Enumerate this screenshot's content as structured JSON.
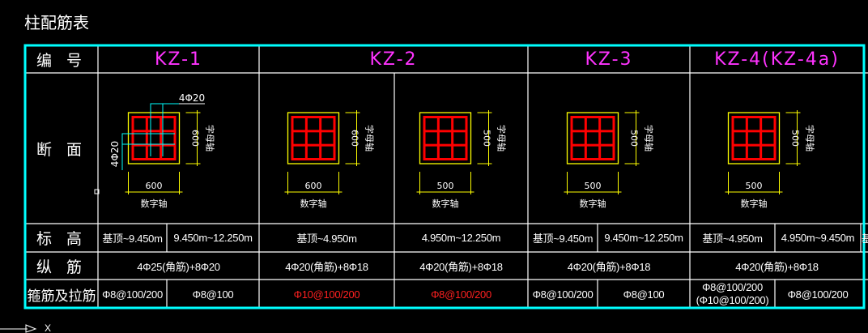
{
  "title": "柱配筋表",
  "colors": {
    "border": "#00ffff",
    "header": "#ff33ff",
    "rebar": "#ff0000",
    "dim": "#ffff00",
    "grid": "#ffffff",
    "highlight": "#ff2020"
  },
  "row_labels": {
    "id": "编 号",
    "section": "断 面",
    "elevation": "标 高",
    "longitudinal": "纵 筋",
    "stirrup": "箍筋及拉筋"
  },
  "columns": [
    "KZ-1",
    "KZ-2",
    "KZ-3",
    "KZ-4(KZ-4a)"
  ],
  "sections": [
    {
      "width": "600",
      "height": "600",
      "x_axis": "数字轴",
      "y_axis": "字母轴"
    },
    {
      "width": "600",
      "height": "600",
      "x_axis": "数字轴",
      "y_axis": "字母轴"
    },
    {
      "width": "500",
      "height": "500",
      "x_axis": "数字轴",
      "y_axis": "字母轴"
    },
    {
      "width": "500",
      "height": "500",
      "x_axis": "数字轴",
      "y_axis": "字母轴"
    },
    {
      "width": "500",
      "height": "500",
      "x_axis": "数字轴",
      "y_axis": "字母轴"
    }
  ],
  "kz1_annotations": {
    "top": "4Φ20",
    "left": "4Φ20"
  },
  "elevation": [
    "基顶~9.450m",
    "9.450m~12.250m",
    "基顶~4.950m",
    "4.950m~12.250m",
    "基顶~9.450m",
    "9.450m~12.250m",
    "基顶~4.950m",
    "4.950m~9.450m",
    "基"
  ],
  "longitudinal": [
    "4Φ25(角筋)+8Φ20",
    "4Φ20(角筋)+8Φ18",
    "4Φ20(角筋)+8Φ18",
    "4Φ20(角筋)+8Φ18",
    "4Φ20(角筋)+8Φ18"
  ],
  "stirrup": [
    "Φ8@100/200",
    "Φ8@100",
    "Φ10@100/200",
    "Φ8@100/200",
    "Φ8@100/200",
    "Φ8@100",
    "Φ8@100/200",
    "(Φ10@100/200)",
    "Φ8@100/200"
  ],
  "ucs": {
    "x_label": "X"
  }
}
